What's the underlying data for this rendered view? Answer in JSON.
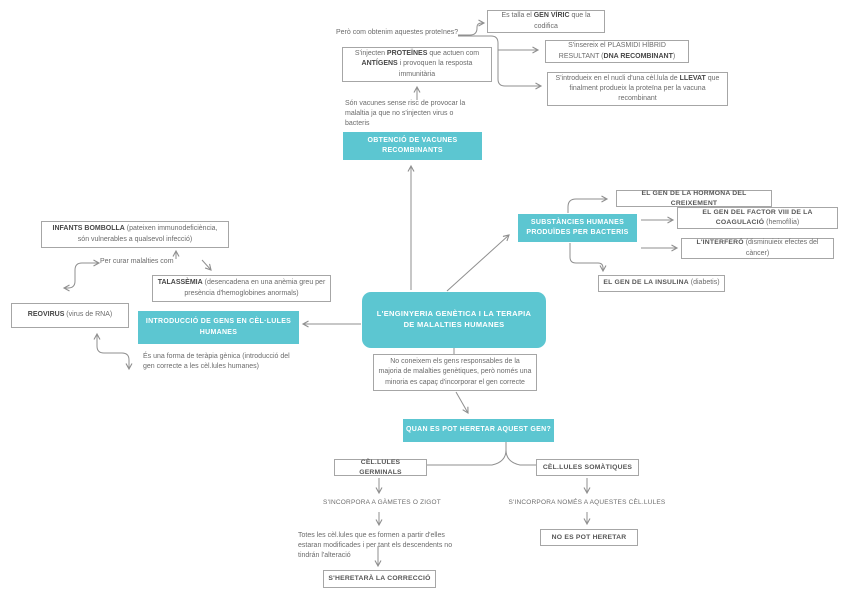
{
  "title": "Mapa conceptual: enginyeria genètica i teràpia de malalties humanes",
  "palette": {
    "teal": "#5cc6d1",
    "box_border": "#a6a6a6",
    "text": "#6b6b6b",
    "bold_text": "#474747",
    "line": "#8f8f8f",
    "background": "#ffffff"
  },
  "nodes": {
    "pero": {
      "text": "Però com obtenim aquestes proteïnes?"
    },
    "proteins": {
      "pre": "S'injecten ",
      "bold1": "PROTEÏNES",
      "mid": " que actuen com ",
      "bold2": "ANTÍGENS",
      "post": " i provoquen la resposta immunitària"
    },
    "genviric": {
      "pre": "Es talla el ",
      "bold": "GEN VÍRIC",
      "post": " que la codifica"
    },
    "plasmidi": {
      "pre": "S'insereix el PLASMIDI HÍBRID RESULTANT (",
      "bold": "DNA RECOMBINANT",
      "post": ")"
    },
    "llevat": {
      "pre": "S'introdueix en el nucli d'una cèl.lula de ",
      "bold": "LLEVAT",
      "post": " que finalment produeix la proteïna per la vacuna recombinant"
    },
    "sonvacunes": {
      "text": "Són vacunes sense risc de provocar la malaltia ja que no s'injecten virus o bacteris"
    },
    "obtencio": {
      "text": "OBTENCIÓ DE VACUNES RECOMBINANTS"
    },
    "central": {
      "text": "L'ENGINYERIA GENÈTICA I LA TERAPIA DE MALALTIES HUMANES"
    },
    "substancies": {
      "text": "SUBSTÀNCIES HUMANES PRODUÏDES PER BACTERIS"
    },
    "hormona": {
      "bold": "EL GEN DE LA HORMONA DEL CREIXEMENT",
      "post": ""
    },
    "factor": {
      "bold": "EL GEN DEL FACTOR VIII DE LA COAGULACIÓ",
      "post": " (hemofília)"
    },
    "interfero": {
      "bold": "L'INTERFERÓ",
      "post": " (disminuieix efectes del càncer)"
    },
    "insulina": {
      "bold": "EL GEN DE LA INSULINA",
      "post": " (diabetis)"
    },
    "infants": {
      "bold": "INFANTS BOMBOLLA",
      "post": " (pateixen immunodeficiència, són vulnerables a qualsevol infecció)"
    },
    "percurar": {
      "text": "Per curar malalties com"
    },
    "talassemia": {
      "bold": "TALASSÈMIA",
      "post": " (desencadena en una anèmia greu per presència d'hemoglobines anormals)"
    },
    "reovirus": {
      "bold": "REOVIRUS",
      "post": " (virus de RNA)"
    },
    "introduccio": {
      "text": "INTRODUCCIÓ DE GENS EN CÈL·LULES HUMANES"
    },
    "esuna": {
      "text": "És una forma de teràpia gènica (introducció del gen correcte a les cèl.lules humanes)"
    },
    "noconeixem": {
      "text": "No coneixem els gens responsables de la majoria de malalties genètiques, però només una minoria es capaç d'incorporar el gen correcte"
    },
    "quan": {
      "text": "QUAN ES POT HERETAR AQUEST GEN?"
    },
    "germinals": {
      "text": "CÈL.LULES GERMINALS"
    },
    "somatiques": {
      "text": "CÈL.LULES SOMÀTIQUES"
    },
    "gametes": {
      "text": "S'INCORPORA A GÀMETES O ZIGOT"
    },
    "nomes": {
      "text": "S'INCORPORA NOMÉS A AQUESTES CÈL.LULES"
    },
    "totes": {
      "text": "Totes les cèl.lules que es formen a partir d'elles estaran modificades i per tant els descendents no tindrán l'alteració"
    },
    "heretara": {
      "text": "S'HERETARÀ LA CORRECCIÓ"
    },
    "nopot": {
      "text": "NO ES POT HERETAR"
    }
  }
}
